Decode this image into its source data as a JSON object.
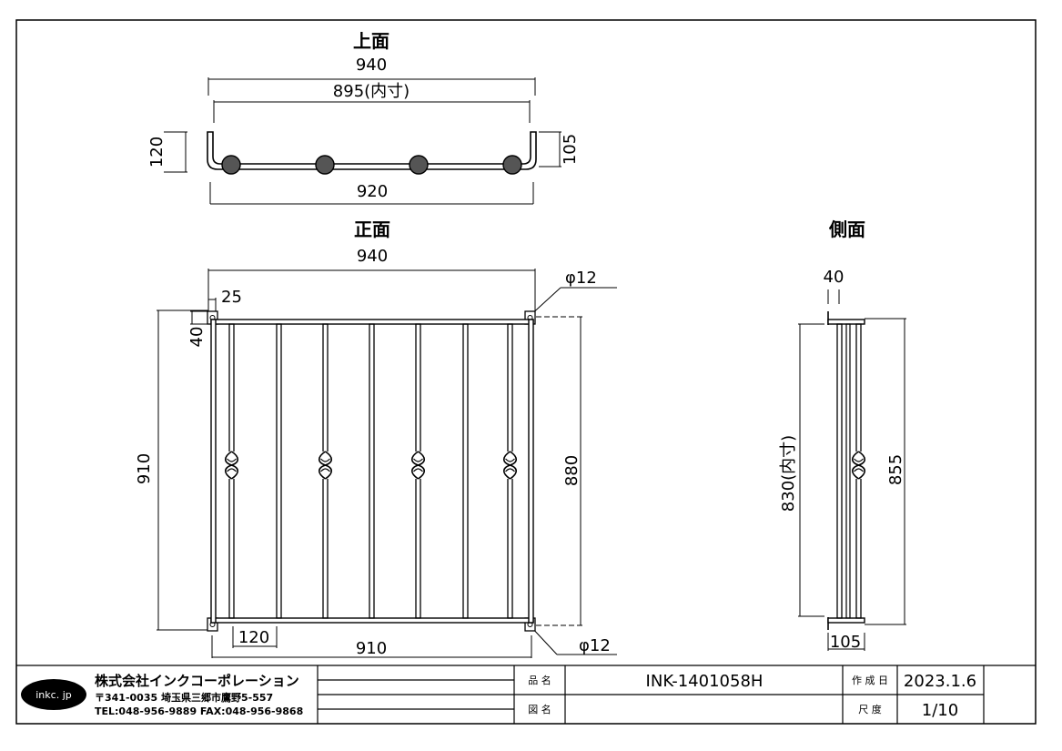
{
  "views": {
    "top": {
      "title": "上面",
      "dims": {
        "overall_width": "940",
        "inner_width": "895(内寸)",
        "rail_width": "920",
        "depth_left": "120",
        "depth_right": "105"
      }
    },
    "front": {
      "title": "正面",
      "dims": {
        "overall_width": "940",
        "offset_x": "25",
        "offset_y": "40",
        "pipe_dia_top": "φ12",
        "pipe_dia_bottom": "φ12",
        "overall_height": "910",
        "rail_height": "880",
        "bottom_offset": "120",
        "rail_width": "910"
      }
    },
    "side": {
      "title": "側面",
      "dims": {
        "top_width": "40",
        "inner_height": "830(内寸)",
        "overall_height": "855",
        "depth": "105"
      }
    }
  },
  "title_block": {
    "logo": "inkc. jp",
    "company": "株式会社インクコーポレーション",
    "address": "〒341-0035 埼玉県三郷市鷹野5-557",
    "contact": "TEL:048-956-9889 FAX:048-956-9868",
    "label_product": "品 名",
    "product_name": "INK-1401058H",
    "label_drawing": "図 名",
    "drawing_name": "",
    "label_date": "作 成 日",
    "date": "2023.1.6",
    "label_scale": "尺 度",
    "scale": "1/10"
  }
}
